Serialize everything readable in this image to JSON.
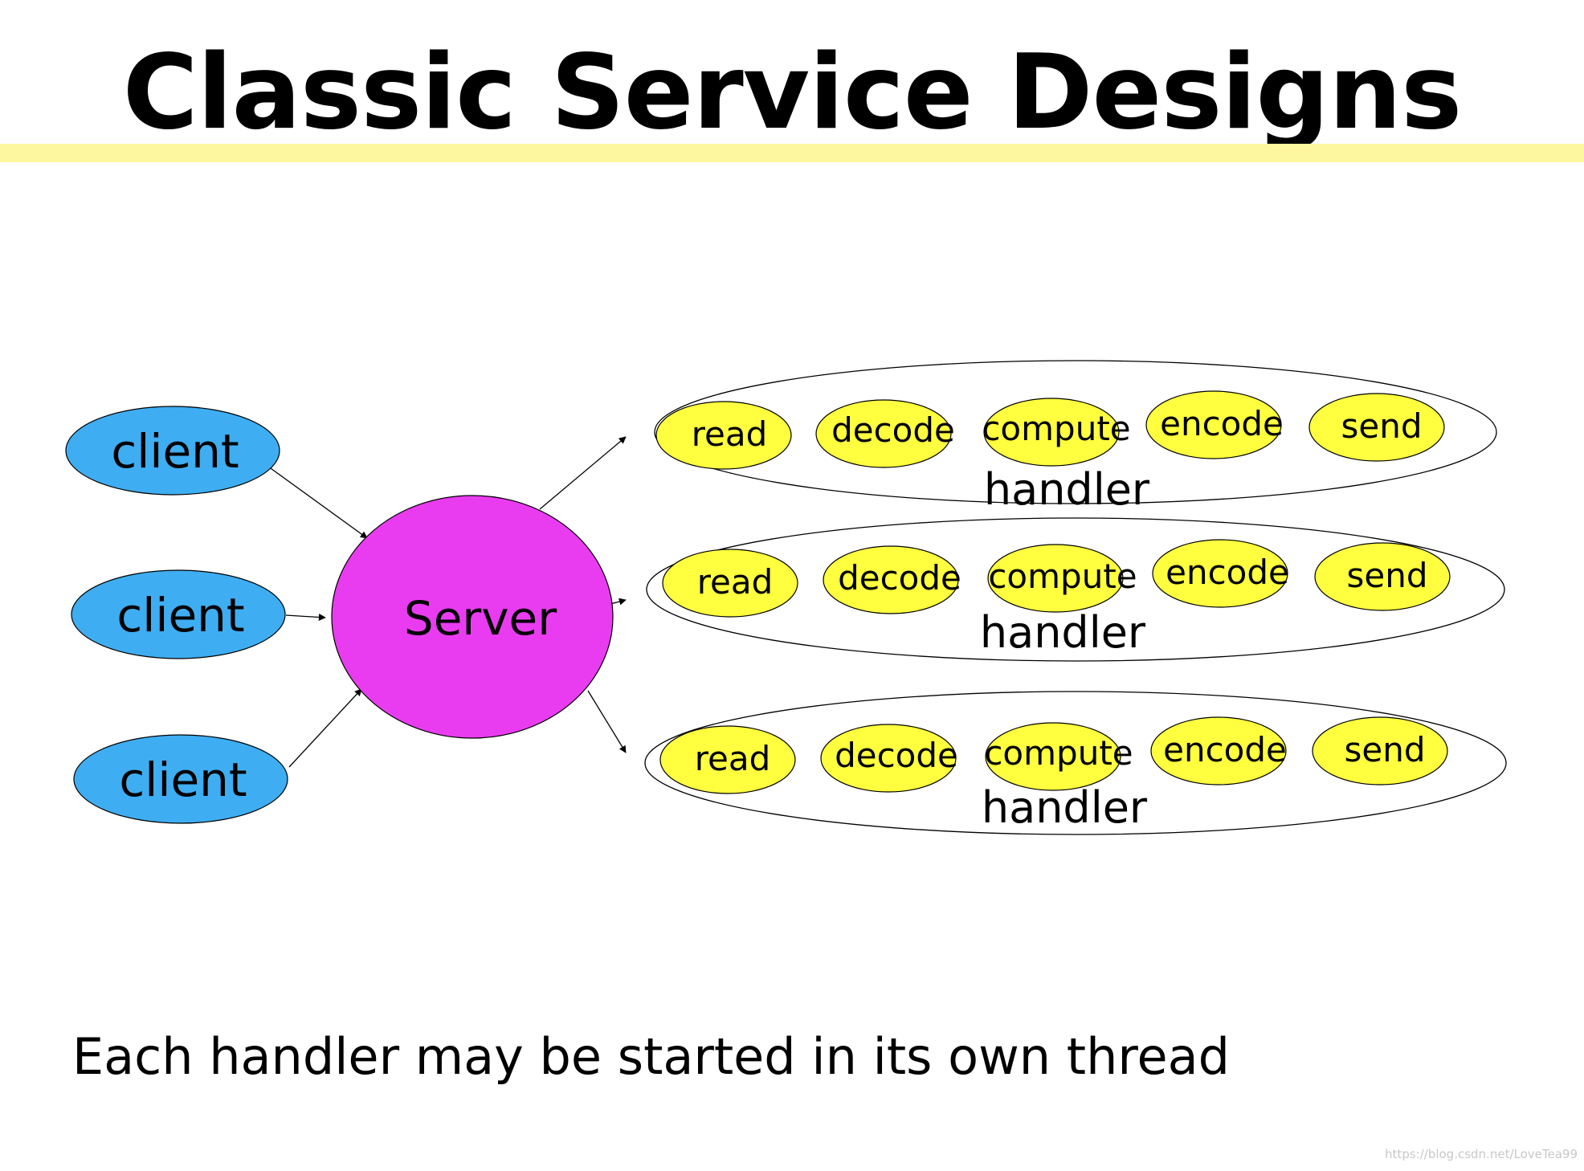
{
  "title": "Classic Service Designs",
  "server": {
    "label": "Server"
  },
  "clients": [
    {
      "label": "client"
    },
    {
      "label": "client"
    },
    {
      "label": "client"
    }
  ],
  "handlers": [
    {
      "label": "handler",
      "steps": [
        "read",
        "decode",
        "compute",
        "encode",
        "send"
      ]
    },
    {
      "label": "handler",
      "steps": [
        "read",
        "decode",
        "compute",
        "encode",
        "send"
      ]
    },
    {
      "label": "handler",
      "steps": [
        "read",
        "decode",
        "compute",
        "encode",
        "send"
      ]
    }
  ],
  "caption": "Each handler may be started in its own thread",
  "watermark": "https://blog.csdn.net/LoveTea99",
  "colors": {
    "client_fill": "#3fadf1",
    "server_fill": "#e93cf0",
    "step_fill": "#ffff3f",
    "title_rule": "#fdf8a0"
  }
}
